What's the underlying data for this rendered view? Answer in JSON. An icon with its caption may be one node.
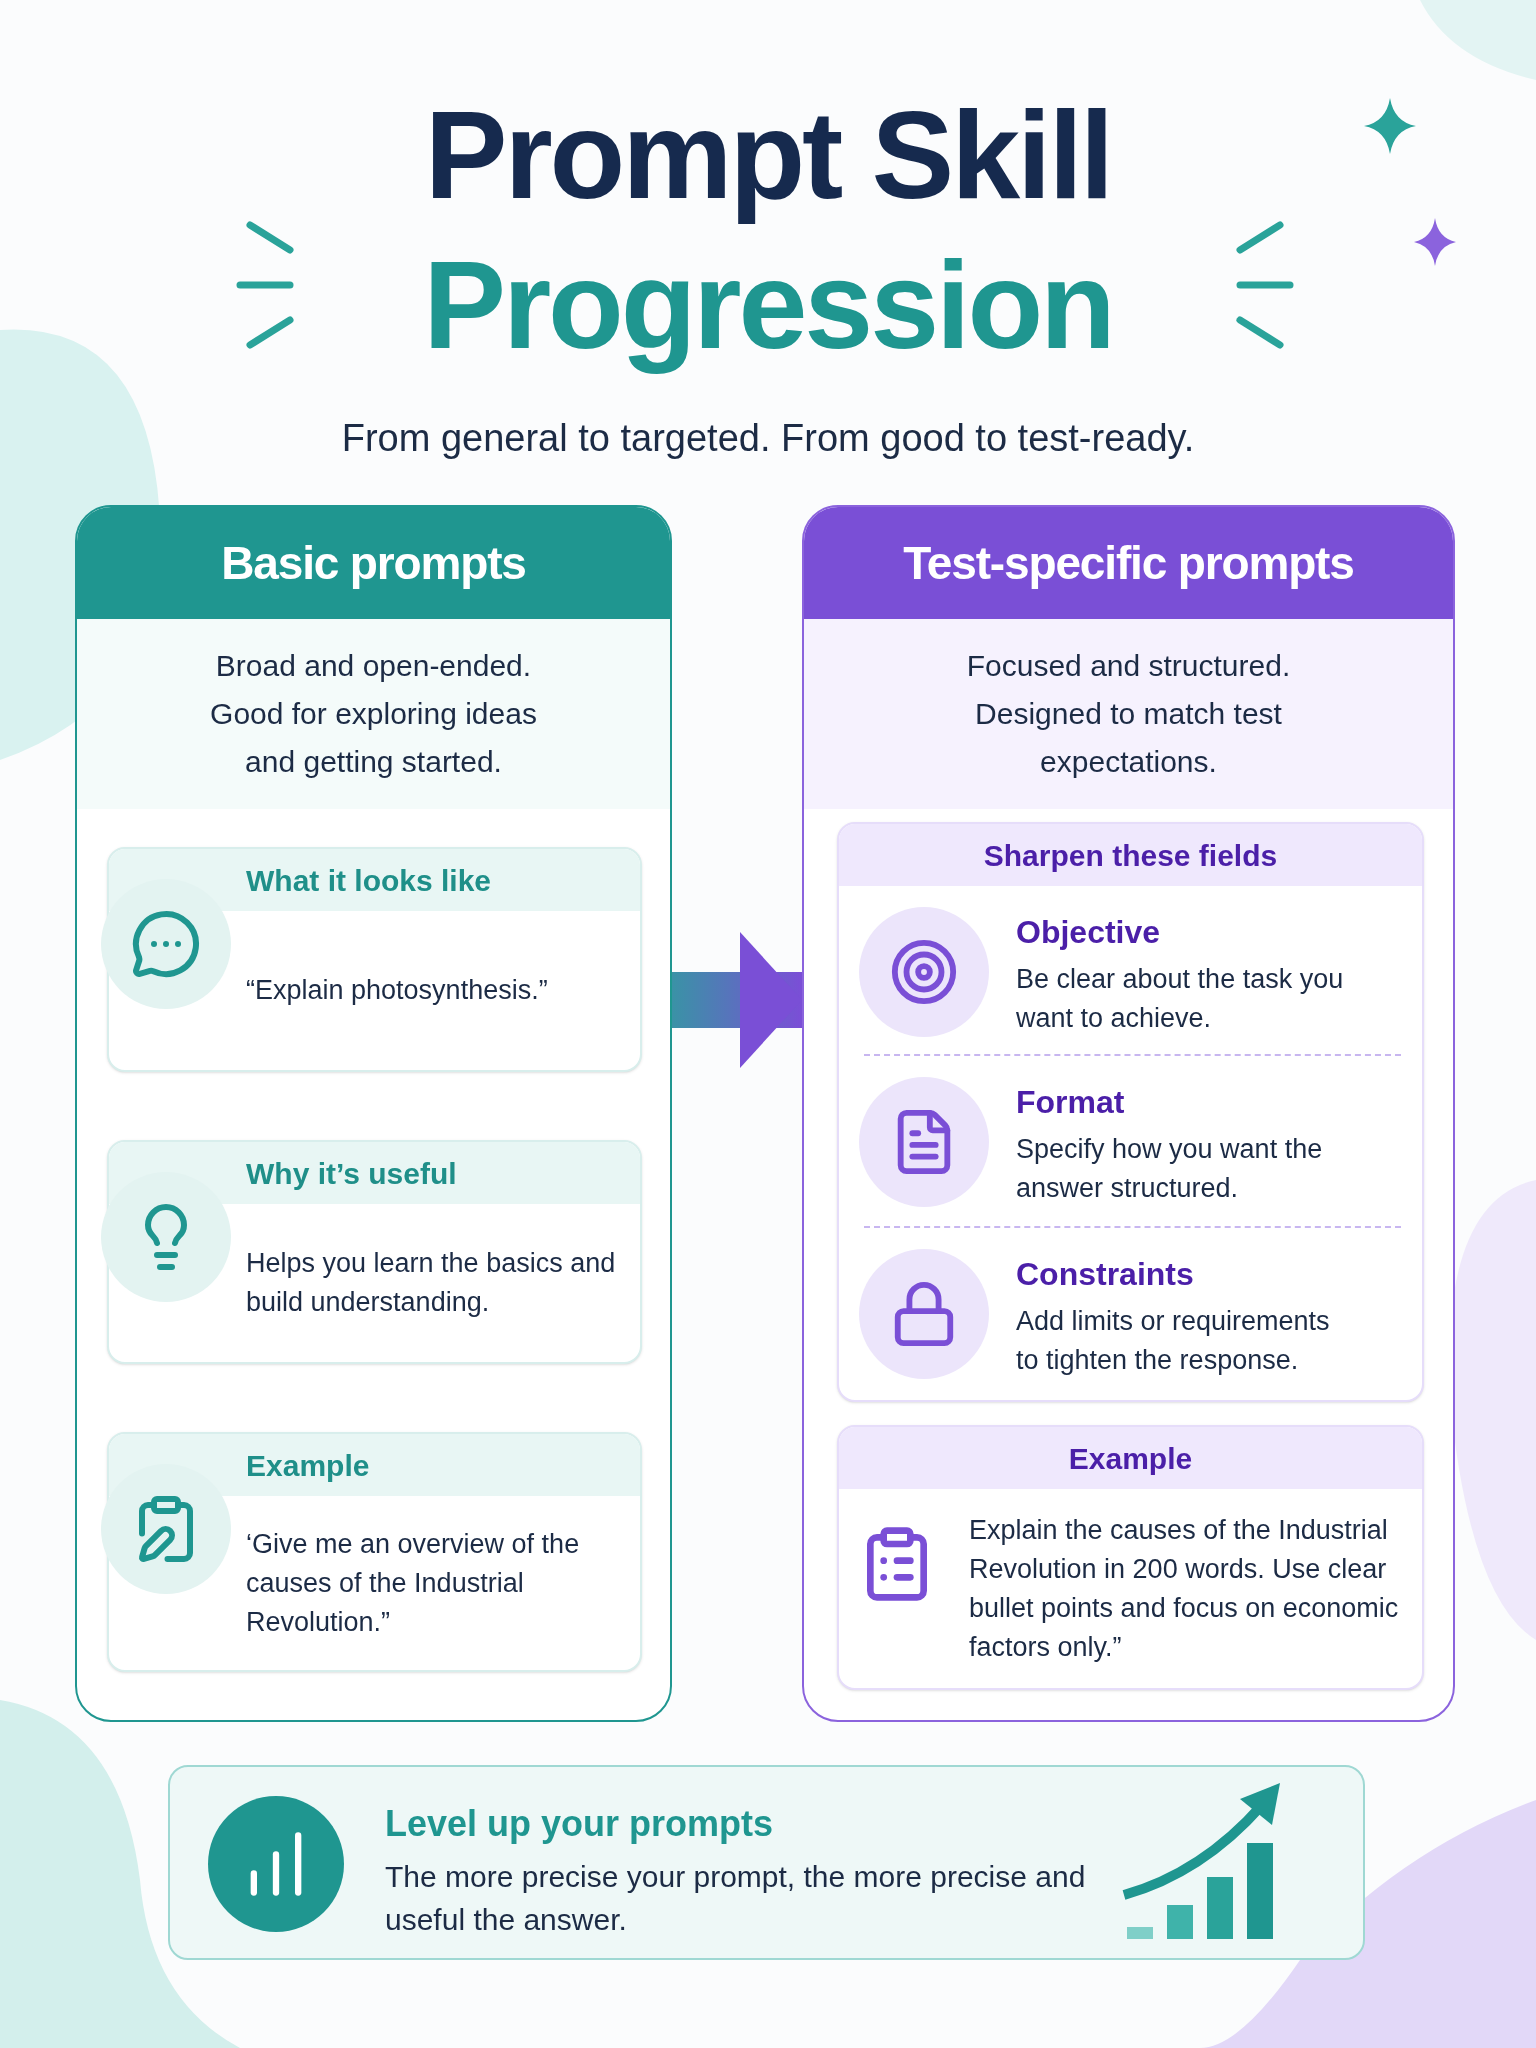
{
  "diagram": {
    "title": "Prompt Skill Progression",
    "nodes": [
      {
        "text": [
          "Basic prompts",
          "Broad and open-ended. Good for exploring ideas and getting started."
        ]
      },
      {
        "text": [
          "What it looks like",
          "“Explain photosynthesis.”"
        ],
        "in": 0
      },
      {
        "text": [
          "Why it’s useful",
          "Helps you learn the basics and build understanding."
        ],
        "in": 0
      },
      {
        "text": [
          "Example",
          "‘Give me an overview of the causes of the Industrial Revolution.”"
        ],
        "in": 0
      },
      {
        "text": [
          "Test-specific prompts",
          "Focused and structured. Designed to match test expectations."
        ]
      },
      {
        "text": [
          "Sharpen these fields"
        ],
        "in": 4
      },
      {
        "text": [
          "Objective",
          "Be clear about the task you want to achieve."
        ],
        "in": 5
      },
      {
        "text": [
          "Format",
          "Specify how you want the answer structured."
        ],
        "in": 5
      },
      {
        "text": [
          "Constraints",
          "Add limits or requirements to tighten the response."
        ],
        "in": 5
      },
      {
        "text": [
          "Example",
          "Explain the causes of the Industrial Revolution in 200 words. Use clear bullet points and focus on economic factors only.”"
        ],
        "in": 4
      },
      {
        "text": [
          "Level up your prompts",
          "The more precise your prompt, the more precise and useful the answer."
        ]
      }
    ],
    "edges": [
      {
        "from": 0,
        "to": 4,
        "arrow": "to",
        "style": "thick"
      }
    ],
    "labels": [
      "From general to targeted. From good to test-ready."
    ]
  }
}
